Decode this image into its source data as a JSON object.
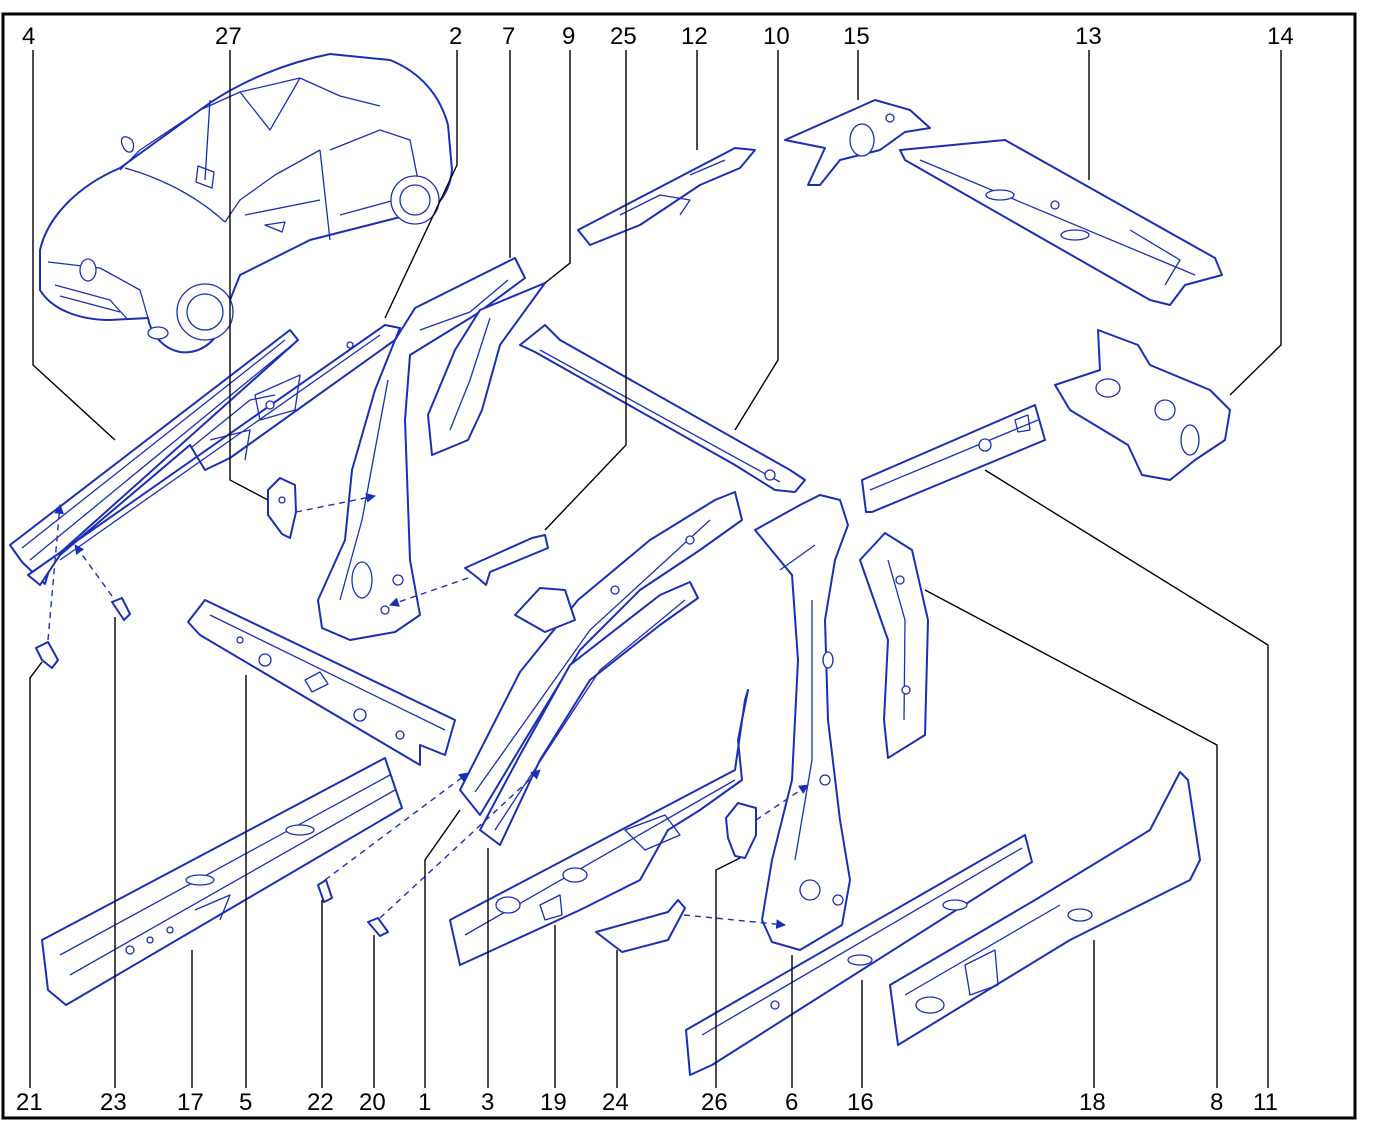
{
  "colors": {
    "linework": "#1a2fb8",
    "labels": "#000000",
    "background": "#ffffff"
  },
  "callouts": {
    "top": [
      "4",
      "27",
      "2",
      "7",
      "9",
      "25",
      "12",
      "10",
      "15",
      "13",
      "14"
    ],
    "bottom": [
      "21",
      "23",
      "17",
      "5",
      "22",
      "20",
      "1",
      "3",
      "19",
      "24",
      "26",
      "6",
      "16",
      "18",
      "8",
      "11"
    ]
  }
}
